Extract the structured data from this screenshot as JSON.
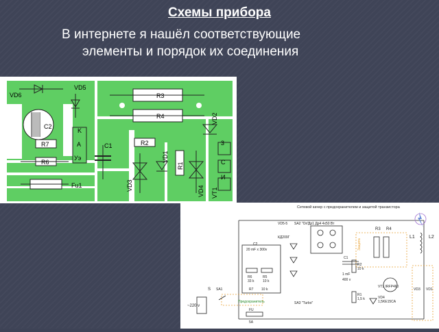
{
  "slide": {
    "title": "Схемы прибора",
    "body_line1": "В интернете я нашёл соответствующие",
    "body_line2": "элементы и порядок их соединения"
  },
  "board": {
    "labels": [
      "VD5",
      "VD6",
      "C2",
      "K",
      "A",
      "R7",
      "R6",
      "Уэ",
      "Fu1",
      "C1",
      "R3",
      "R4",
      "R2",
      "VD2",
      "3",
      "C",
      "И",
      "VD1",
      "R1",
      "VD3",
      "VD4",
      "VT1"
    ]
  },
  "schematic": {
    "title": "Сетевой качер с предохранителем и защитой транзистора",
    "labels": {
      "dr": "Др1 Др4  4x50 Вт",
      "vd5": "VD5-5",
      "kd": "КД209Г",
      "sa2": "SA2 \"On\"",
      "r3": "R3",
      "r4": "R4",
      "l1": "L1",
      "l2": "L2",
      "c2": "C2",
      "c2v": "20 mF x 300v",
      "r6": "R6",
      "r6v": "33 k",
      "r5": "R5",
      "r5v": "10 k",
      "r7": "R7",
      "r7v": "10 k",
      "c1": "C1",
      "c1v": "1 mF",
      "c1vv": "400 v",
      "r2": "R2",
      "r2v": "10 k",
      "r1": "R1",
      "r1v": "1,5 k",
      "vt1": "VT1 IRFP460",
      "vd4": "VD4",
      "vd4v": "1,5KE15CA",
      "vd3": "VD3",
      "vd1": "VD1",
      "sa1": "SA1",
      "mains": "~220 v",
      "sa3": "SA3 \"Turbo\"",
      "fu": "FU",
      "fuv": "5A",
      "prot": "Предохранитель",
      "zashita": "Защита",
      "s": "S"
    }
  }
}
